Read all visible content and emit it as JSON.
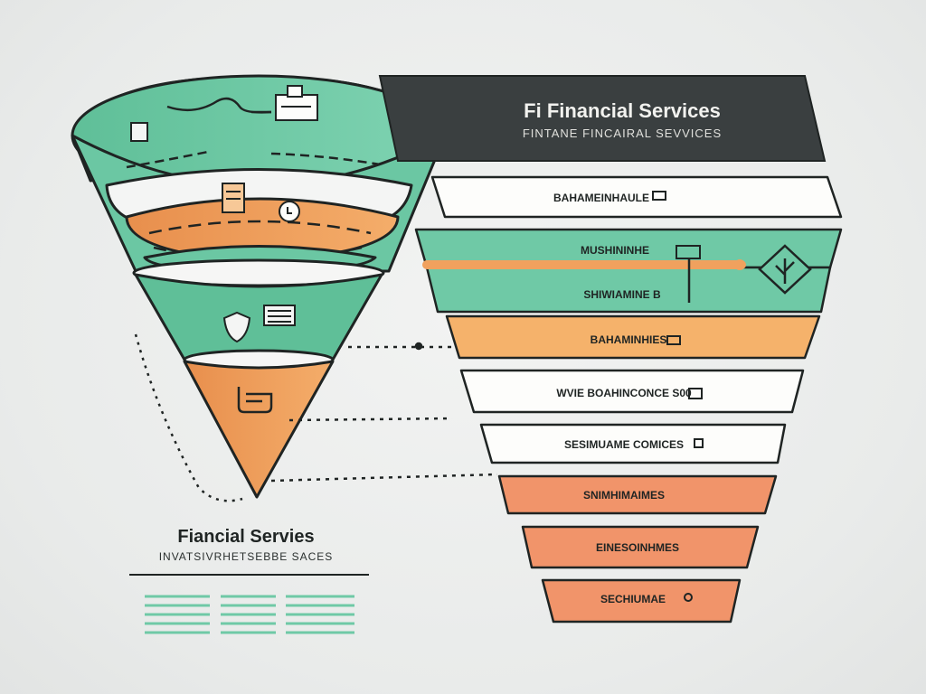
{
  "header": {
    "title": "Fi Financial Services",
    "subtitle": "FINTANE FINCAIRAL SEVVICES"
  },
  "tiers": [
    {
      "label": "BAHAMEINHAULE",
      "color": "#ffffff"
    },
    {
      "label": "MUSHININHE",
      "color": "#6fc9a6"
    },
    {
      "label": "SHIWIAMINE B",
      "color": "#6fc9a6"
    },
    {
      "label": "BAHAMINHIES",
      "color": "#f5b26b"
    },
    {
      "label": "WVIE BOAHINCONCE S00",
      "color": "#ffffff"
    },
    {
      "label": "SESIMUAME COMICES",
      "color": "#ffffff"
    },
    {
      "label": "SNIMHIMAIMES",
      "color": "#f1946a"
    },
    {
      "label": "EINESOINHMES",
      "color": "#f1946a"
    },
    {
      "label": "SECHIUMAE",
      "color": "#f1946a"
    }
  ],
  "footer": {
    "title": "Fiancial Servies",
    "subtitle": "INVATSIVRHETSEBBE SACES"
  },
  "colors": {
    "teal": "#6fc9a6",
    "orange": "#f0a15e",
    "salmon": "#f1946a",
    "dark": "#3a3f40",
    "outline": "#1f2423"
  },
  "icons": [
    "document-icon",
    "briefcase-icon",
    "clock-icon",
    "shield-icon",
    "chart-icon",
    "basket-icon",
    "diamond-growth-icon"
  ]
}
